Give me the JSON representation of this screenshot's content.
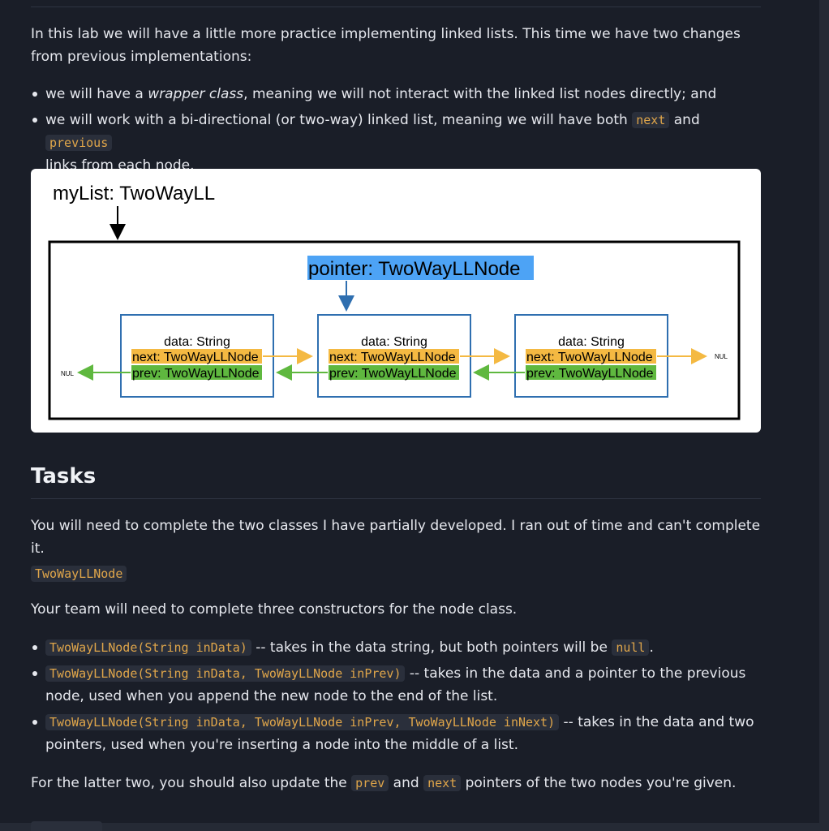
{
  "intro": {
    "paragraph": "In this lab we will have a little more practice implementing linked lists. This time we have two changes from previous implementations:",
    "bullet1": {
      "pre": "we will have a ",
      "em": "wrapper class",
      "post": ", meaning we will not interact with the linked list nodes directly; and"
    },
    "bullet2": {
      "pre": "we will work with a bi-directional (or two-way) linked list, meaning we will have both ",
      "code1": "next",
      "mid": " and ",
      "code2": "previous",
      "post": " links from each node."
    }
  },
  "diagram": {
    "list_label": "myList: TwoWayLL",
    "pointer_label": "pointer: TwoWayLLNode",
    "node_data": "data: String",
    "node_next": "next: TwoWayLLNode",
    "node_prev": "prev: TwoWayLLNode",
    "null_left": "NUL",
    "null_right": "NUL",
    "colors": {
      "next_fill": "#f4b942",
      "prev_fill": "#5fb83f",
      "pointer_fill": "#4da3f5",
      "node_border": "#2f6fb0"
    }
  },
  "tasks": {
    "heading": "Tasks",
    "paragraph": "You will need to complete the two classes I have partially developed. I ran out of time and can't complete it.",
    "class_name": "TwoWayLLNode",
    "constructors_intro": "Your team will need to complete three constructors for the node class.",
    "constructors": [
      {
        "code": "TwoWayLLNode(String inData)",
        "text": " -- takes in the data string, but both pointers will be ",
        "code2": "null",
        "text2": "."
      },
      {
        "code": "TwoWayLLNode(String inData, TwoWayLLNode inPrev)",
        "text": " -- takes in the data and a pointer to the previous node, used when you append the new node to the end of the list."
      },
      {
        "code": "TwoWayLLNode(String inData, TwoWayLLNode inPrev, TwoWayLLNode inNext)",
        "text": " -- takes in the data and two pointers, used when you're inserting a node into the middle of a list."
      }
    ],
    "latter": {
      "pre": "For the latter two, you should also update the ",
      "code1": "prev",
      "mid": " and ",
      "code2": "next",
      "post": " pointers of the two nodes you're given."
    }
  }
}
